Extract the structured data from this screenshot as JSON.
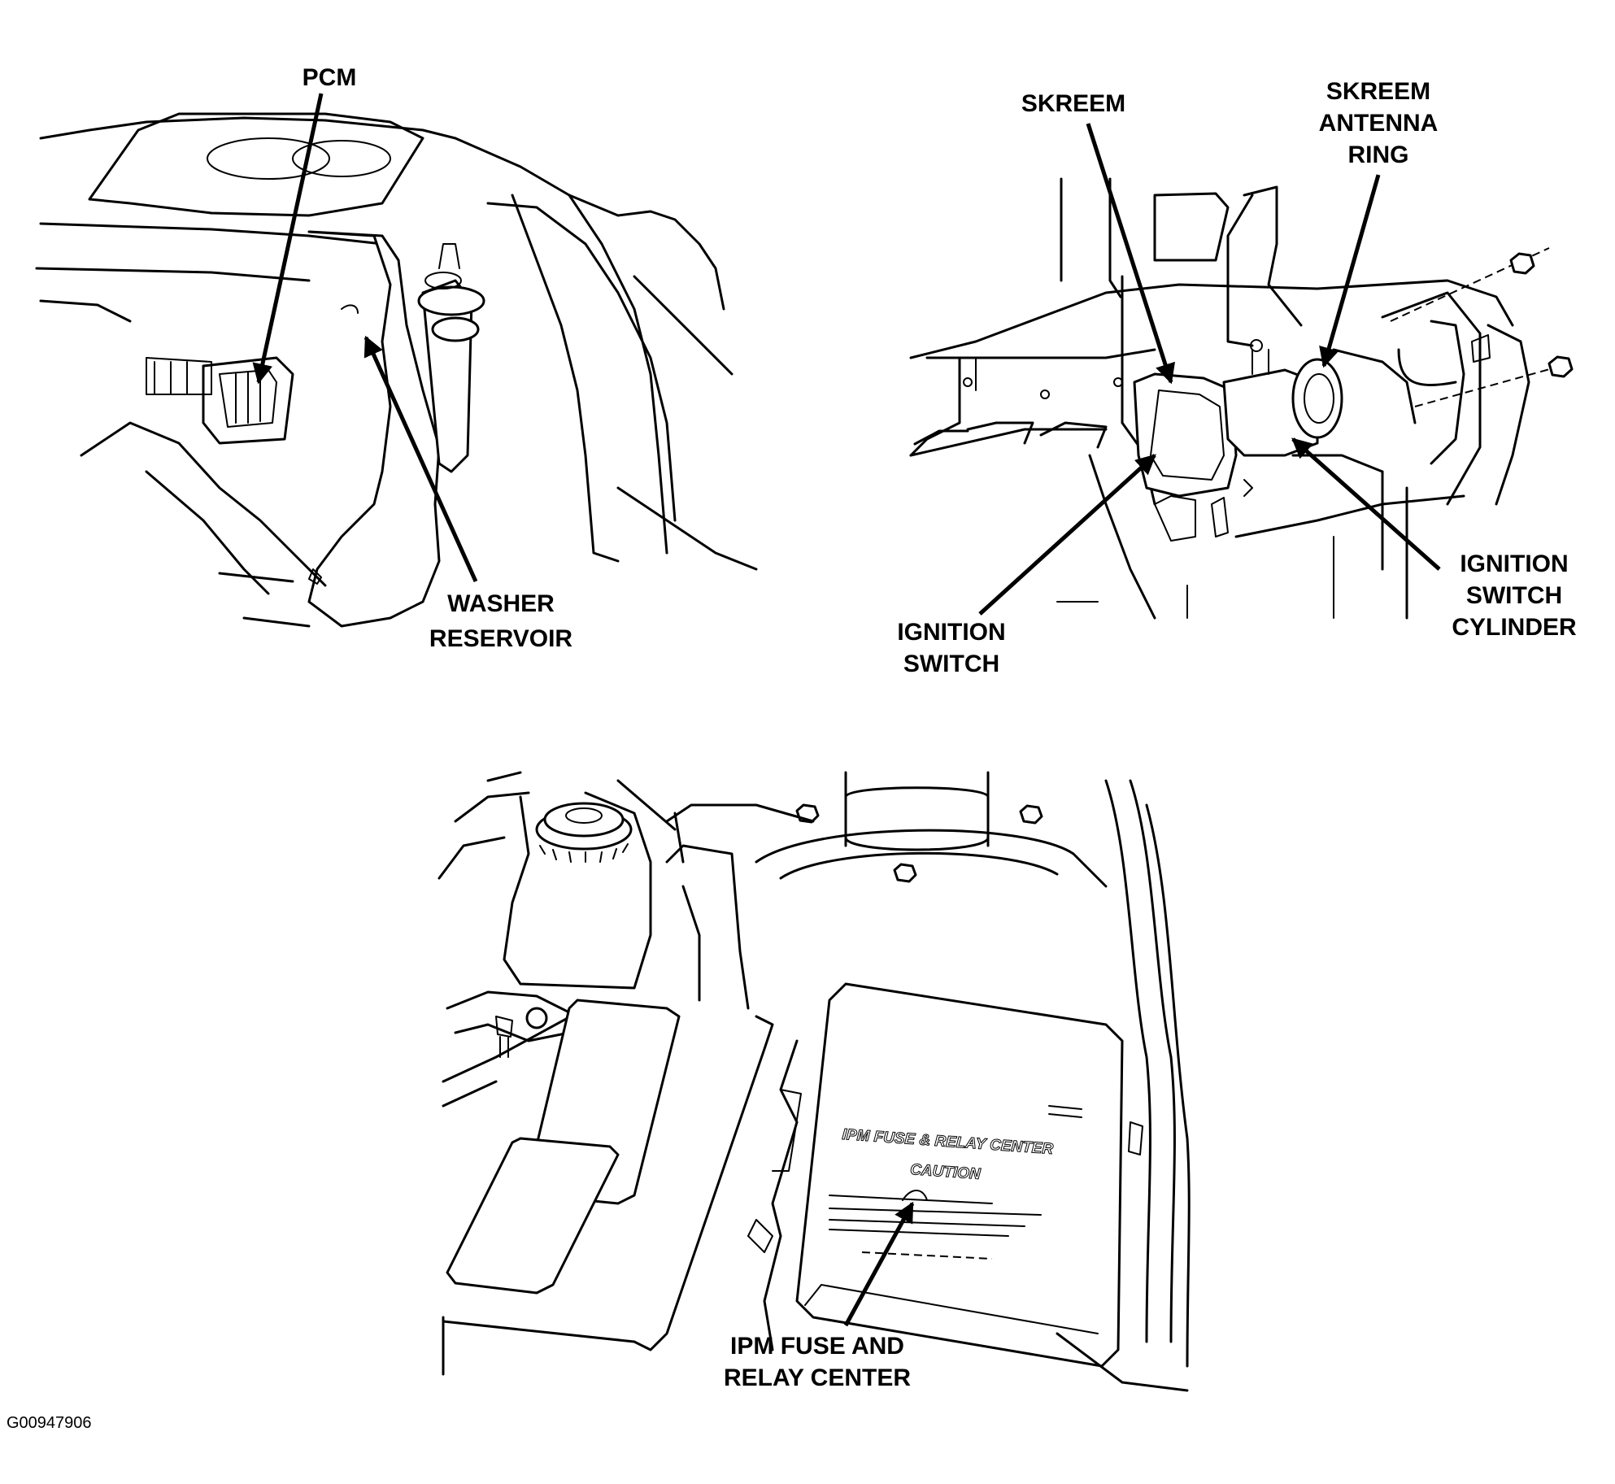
{
  "figure_id": "G00947906",
  "panel_top_left": {
    "labels": {
      "pcm": "PCM",
      "washer_1": "WASHER",
      "washer_2": "RESERVOIR"
    }
  },
  "panel_top_right": {
    "labels": {
      "skreem": "SKREEM",
      "antenna_1": "SKREEM",
      "antenna_2": "ANTENNA",
      "antenna_3": "RING",
      "cyl_1": "IGNITION",
      "cyl_2": "SWITCH",
      "cyl_3": "CYLINDER",
      "sw_1": "IGNITION",
      "sw_2": "SWITCH"
    }
  },
  "panel_bottom": {
    "labels": {
      "ipm_1": "IPM FUSE AND",
      "ipm_2": "RELAY CENTER"
    },
    "cover_text": {
      "title": "IPM FUSE & RELAY CENTER",
      "caution": "CAUTION"
    }
  }
}
